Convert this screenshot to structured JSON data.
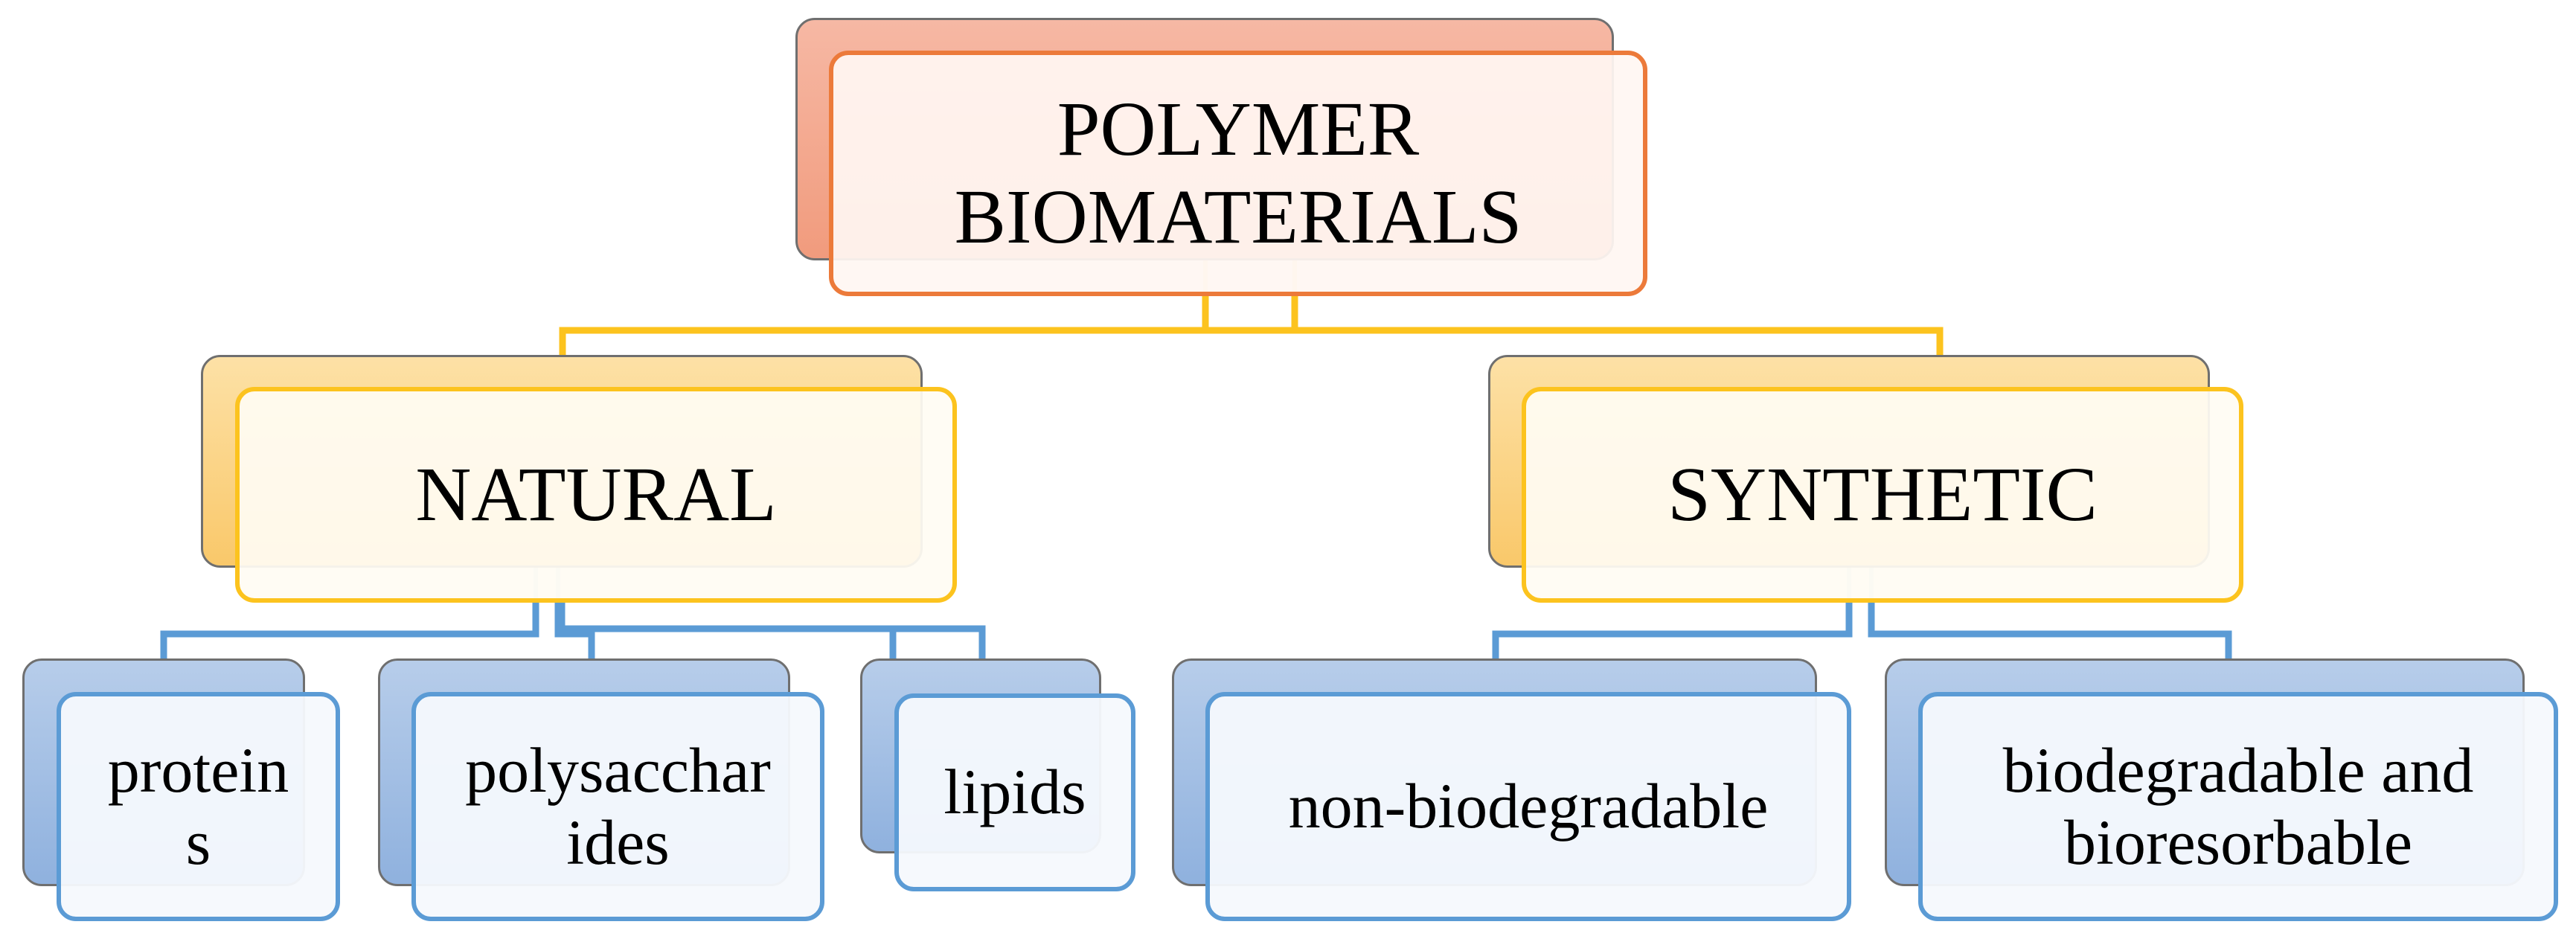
{
  "diagram": {
    "root": {
      "line1": "POLYMER",
      "line2": "BIOMATERIALS"
    },
    "natural": {
      "label": "NATURAL"
    },
    "synthetic": {
      "label": "SYNTHETIC"
    },
    "proteins": {
      "line1": "protein",
      "line2": "s"
    },
    "polysaccharides": {
      "line1": "polysacchar",
      "line2": "ides"
    },
    "lipids": {
      "label": "lipids"
    },
    "non_biodegradable": {
      "label": "non-biodegradable"
    },
    "biodegradable": {
      "line1": "biodegradable and",
      "line2": "bioresorbable"
    }
  },
  "colors": {
    "root_border": "#ec7a3a",
    "level1_border": "#fcc31e",
    "level2_border": "#5b9bd5"
  }
}
